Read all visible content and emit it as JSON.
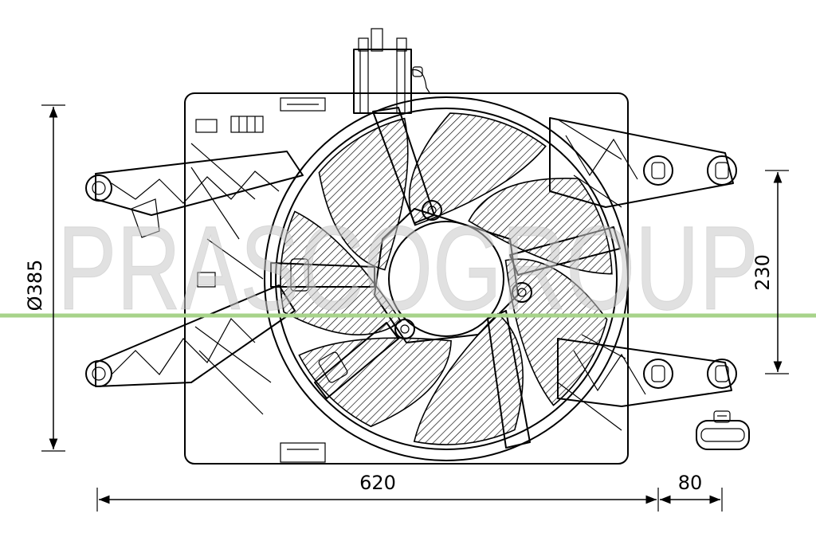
{
  "dimensions": {
    "height": "Ø385",
    "width": "620",
    "offset": "80",
    "mount_spacing": "230"
  },
  "watermark": {
    "text": "PRASCOGROUP",
    "line_color": "#a7d38a"
  },
  "colors": {
    "stroke": "#000000",
    "background": "#ffffff"
  }
}
